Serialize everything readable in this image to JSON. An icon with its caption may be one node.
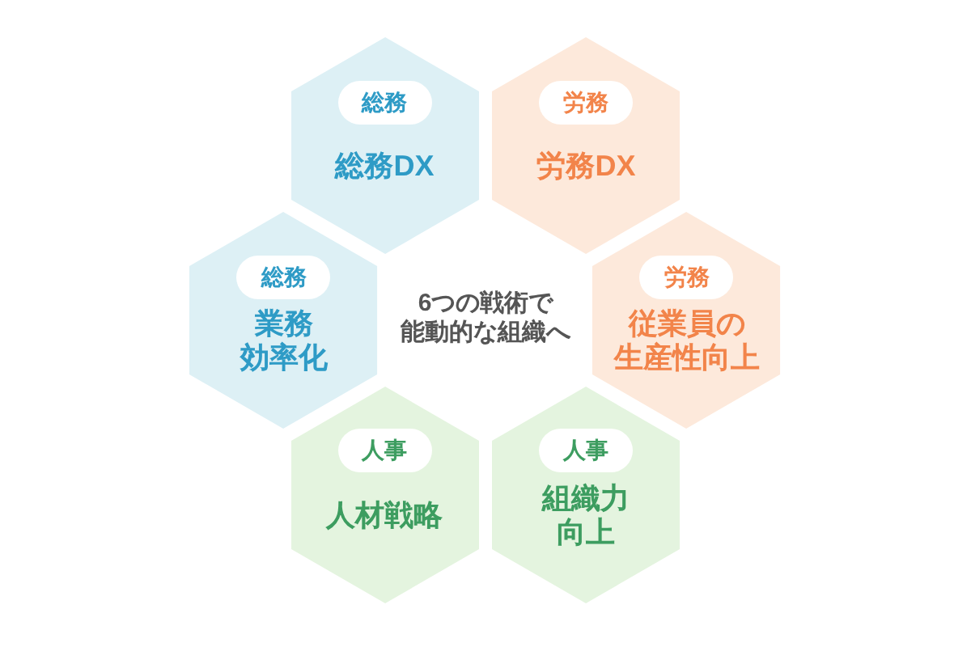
{
  "diagram": {
    "nodes": [
      {
        "text": [
          "総務DX"
        ]
      },
      {
        "text": [
          "総務"
        ],
        "in": 0
      },
      {
        "text": [
          "労務DX"
        ]
      },
      {
        "text": [
          "労務"
        ],
        "in": 2
      },
      {
        "text": [
          "業務効率化"
        ]
      },
      {
        "text": [
          "総務"
        ],
        "in": 4
      },
      {
        "text": [
          "従業員の生産性向上"
        ]
      },
      {
        "text": [
          "労務"
        ],
        "in": 6
      },
      {
        "text": [
          "人材戦略"
        ]
      },
      {
        "text": [
          "人事"
        ],
        "in": 8
      },
      {
        "text": [
          "組織力向上"
        ]
      },
      {
        "text": [
          "人事"
        ],
        "in": 10
      }
    ],
    "labels": [
      "6つの戦術で能動的な組織へ"
    ]
  }
}
